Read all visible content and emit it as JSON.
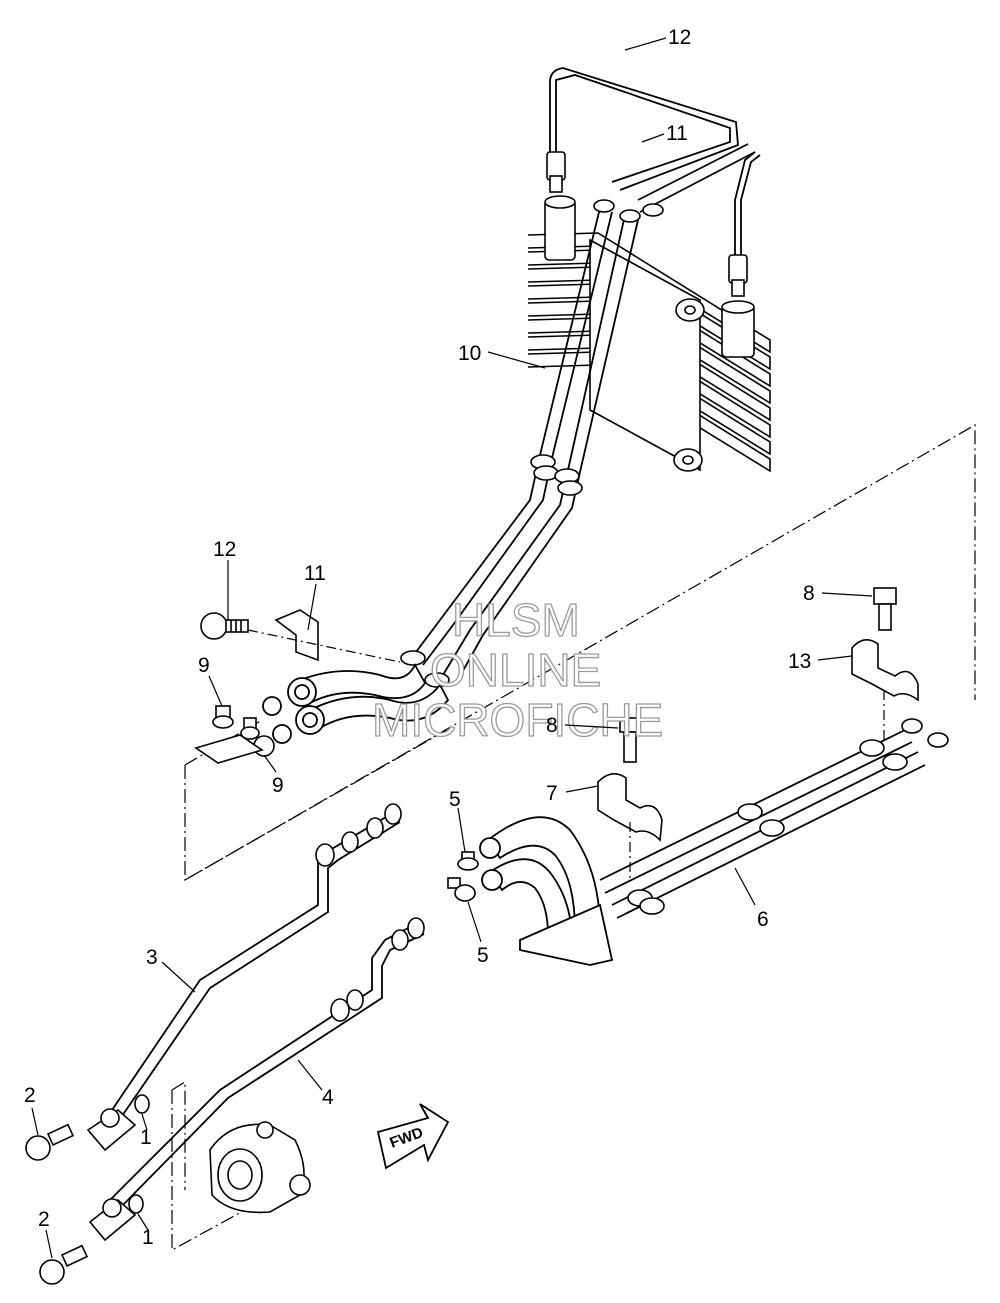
{
  "diagram": {
    "callouts": {
      "c1a": "1",
      "c1b": "1",
      "c2a": "2",
      "c2b": "2",
      "c3": "3",
      "c4": "4",
      "c5a": "5",
      "c5b": "5",
      "c6": "6",
      "c7": "7",
      "c8a": "8",
      "c8b": "8",
      "c9a": "9",
      "c9b": "9",
      "c10": "10",
      "c11a": "11",
      "c11b": "11",
      "c12a": "12",
      "c12b": "12",
      "c13": "13"
    },
    "watermark": {
      "line1": "HLSM",
      "line2": "ONLINE",
      "line3": "MICROFICHE"
    },
    "fwd_label": "FWD"
  }
}
